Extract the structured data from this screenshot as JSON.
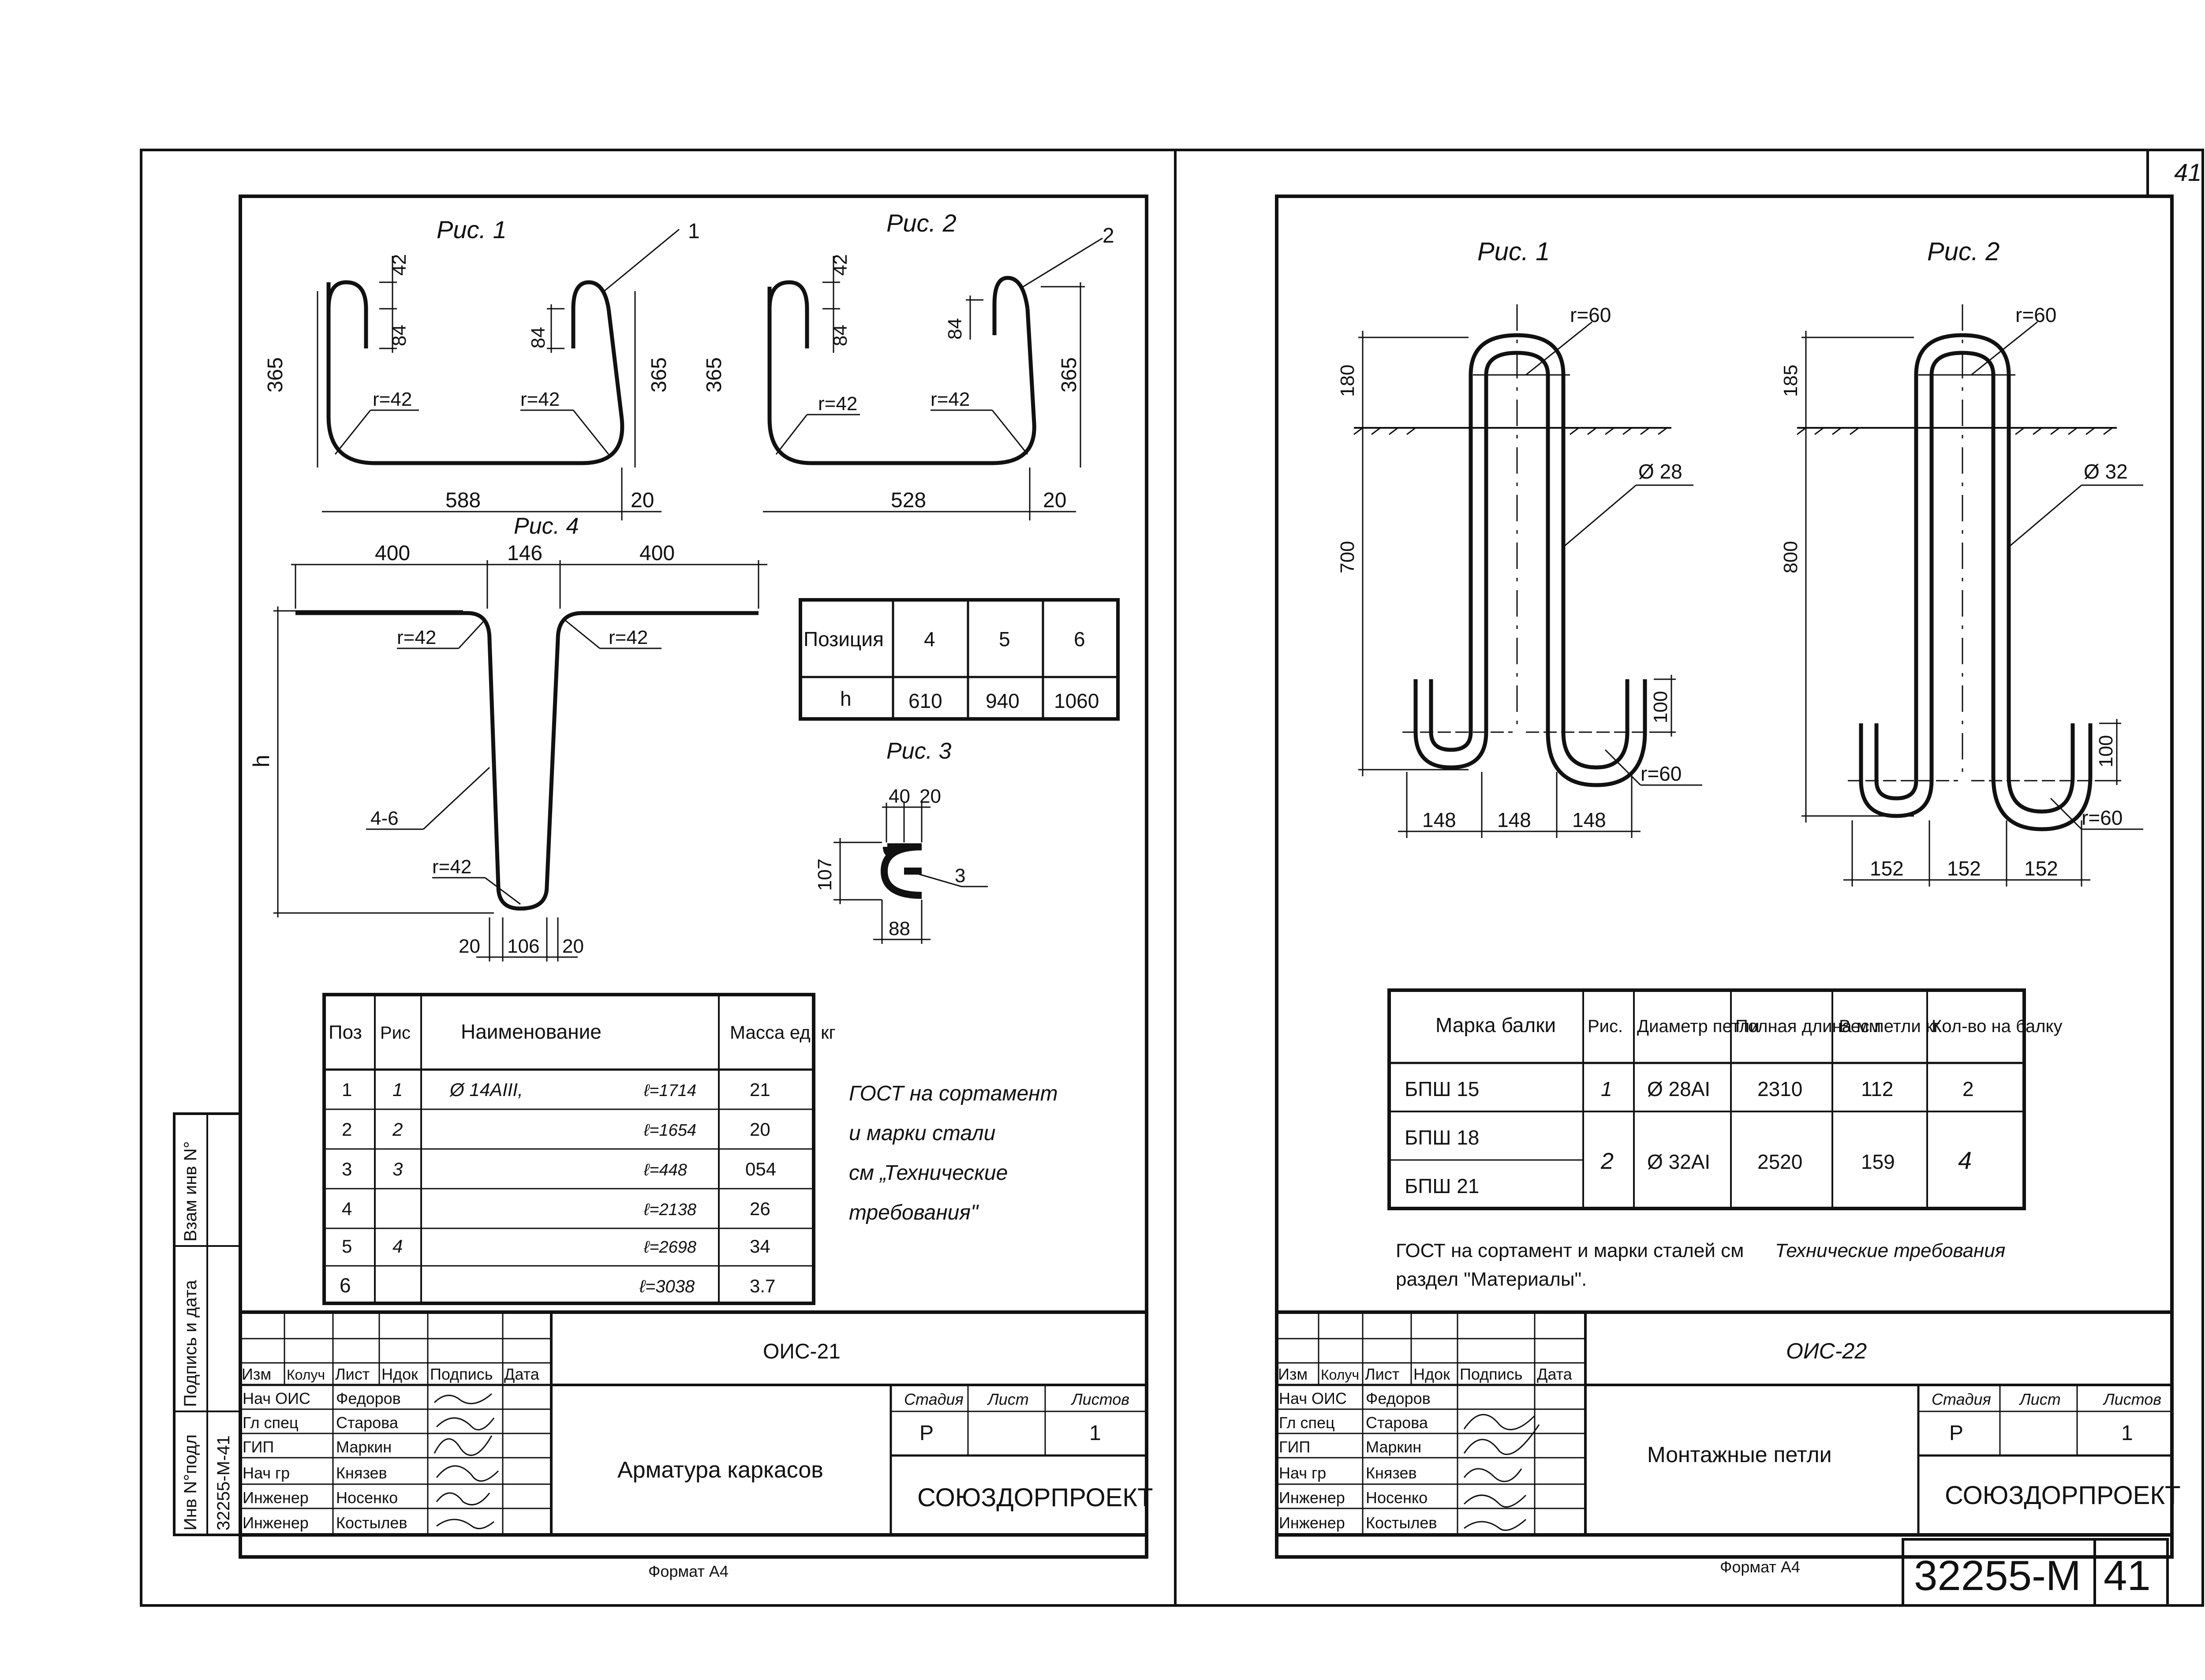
{
  "top_sheet_no": "41",
  "left": {
    "fig1_label": "Рис. 1",
    "fig1_leader": "1",
    "fig1_dims": {
      "top": "42",
      "mid": "84",
      "mid2": "84",
      "h_left": "365",
      "h_right": "365",
      "r1": "r=42",
      "r2": "r=42",
      "w": "588",
      "w2": "20"
    },
    "fig2_label": "Рис. 2",
    "fig2_leader": "2",
    "fig2_dims": {
      "top": "42",
      "mid": "84",
      "mid2": "84",
      "h_left": "365",
      "h_right": "365",
      "r1": "r=42",
      "r2": "r=42",
      "w": "528",
      "w2": "20"
    },
    "fig4_label": "Рис. 4",
    "fig4_dims": {
      "left": "400",
      "mid": "146",
      "right": "400",
      "r1": "r=42",
      "r2": "r=42",
      "r3": "r=42",
      "h": "h",
      "pos": "4-6",
      "b1": "20",
      "b2": "106",
      "b3": "20"
    },
    "pos_table": {
      "head_label": "Позиция",
      "head_vals": [
        "4",
        "5",
        "6"
      ],
      "row_label": "h",
      "row_vals": [
        "610",
        "940",
        "1060"
      ]
    },
    "fig3_label": "Рис. 3",
    "fig3_dims": {
      "a": "40",
      "b": "20",
      "h": "107",
      "w": "88",
      "leader": "3"
    },
    "spec": {
      "headers": [
        "Поз",
        "Рис",
        "Наименование",
        "Масса ед. кг"
      ],
      "rows": [
        {
          "pos": "1",
          "fig": "1",
          "name": "Ø 14AIII,",
          "len": "ℓ=1714",
          "mass": "21"
        },
        {
          "pos": "2",
          "fig": "2",
          "name": "",
          "len": "ℓ=1654",
          "mass": "20"
        },
        {
          "pos": "3",
          "fig": "3",
          "name": "",
          "len": "ℓ=448",
          "mass": "054"
        },
        {
          "pos": "4",
          "fig": "4",
          "name": "",
          "len": "ℓ=2138",
          "mass": "26"
        },
        {
          "pos": "5",
          "fig": "",
          "name": "",
          "len": "ℓ=2698",
          "mass": "34"
        },
        {
          "pos": "6",
          "fig": "",
          "name": "",
          "len": "ℓ=3038",
          "mass": "3.7"
        }
      ]
    },
    "note_lines": [
      "ГОСТ на сортамент",
      "и марки стали",
      "см „Технические",
      "требования\""
    ],
    "stamp": {
      "code": "ОИС-21",
      "col_heads": [
        "Изм",
        "Колуч",
        "Лист",
        "Ндок",
        "Подпись",
        "Дата"
      ],
      "roles": [
        "Нач ОИС",
        "Гл спец",
        "ГИП",
        "Нач гр",
        "Инженер",
        "Инженер"
      ],
      "names": [
        "Федоров",
        "Старова",
        "Маркин",
        "Князев",
        "Носенко",
        "Костылев"
      ],
      "title": "Арматура каркасов",
      "stage_head": "Стадия",
      "sheet_head": "Лист",
      "sheets_head": "Листов",
      "stage": "Р",
      "sheet": "",
      "sheets": "1",
      "org": "СОЮЗДОРПРОЕКТ"
    },
    "side_stamp": [
      "Инв N°подл",
      "Подпись и дата",
      "Взам инв N°"
    ],
    "side_code": "32255-М-41",
    "format": "Формат А4"
  },
  "right": {
    "fig1_label": "Рис. 1",
    "fig2_label": "Рис. 2",
    "fig1_dims": {
      "r_top": "r=60",
      "h_top": "180",
      "h_main": "700",
      "dia": "Ø 28",
      "h_hook": "100",
      "r_bot": "r=60",
      "w1": "148",
      "w2": "148",
      "w3": "148"
    },
    "fig2_dims": {
      "r_top": "r=60",
      "h_top": "185",
      "h_main": "800",
      "dia": "Ø 32",
      "h_hook": "100",
      "r_bot": "r=60",
      "w1": "152",
      "w2": "152",
      "w3": "152"
    },
    "table": {
      "headers": [
        "Марка балки",
        "Рис.",
        "Диаметр петли",
        "Полная длина мм",
        "Вес петли кг",
        "Кол-во на балку"
      ],
      "rows": [
        [
          "БПШ 15",
          "1",
          "Ø 28AI",
          "2310",
          "112",
          "2"
        ],
        [
          "БПШ 18",
          "2",
          "Ø 32AI",
          "2520",
          "159",
          "4"
        ],
        [
          "БПШ 21",
          "",
          "",
          "",
          "",
          ""
        ]
      ]
    },
    "note_prefix": "ГОСТ на сортамент и марки сталей см",
    "note_italic": "Технические требования",
    "note_line2": "раздел \"Материалы\".",
    "stamp": {
      "code": "ОИС-22",
      "col_heads": [
        "Изм",
        "Колуч",
        "Лист",
        "Ндок",
        "Подпись",
        "Дата"
      ],
      "roles": [
        "Нач ОИС",
        "Гл спец",
        "ГИП",
        "Нач гр",
        "Инженер",
        "Инженер"
      ],
      "names": [
        "Федоров",
        "Старова",
        "Маркин",
        "Князев",
        "Носенко",
        "Костылев"
      ],
      "title": "Монтажные петли",
      "stage_head": "Стадия",
      "sheet_head": "Лист",
      "sheets_head": "Листов",
      "stage": "Р",
      "sheet": "",
      "sheets": "1",
      "org": "СОЮЗДОРПРОЕКТ"
    },
    "format": "Формат А4",
    "doc_code": "32255-М",
    "doc_sheet": "41"
  }
}
